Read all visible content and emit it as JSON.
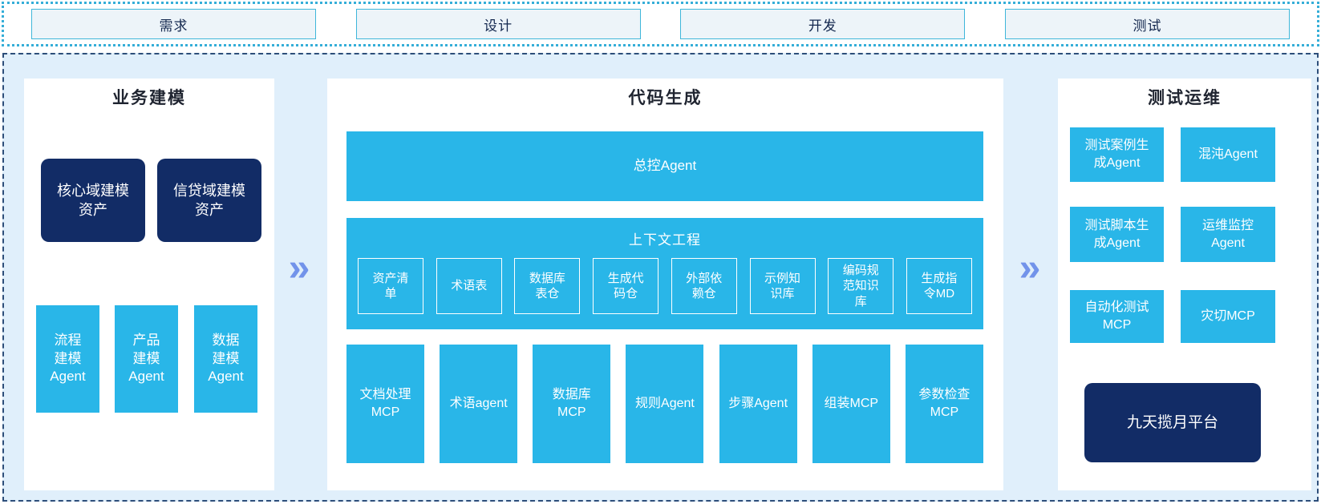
{
  "phases": [
    "需求",
    "设计",
    "开发",
    "测试"
  ],
  "icons": {
    "flow_arrow": "»"
  },
  "colors": {
    "accent_cyan": "#29b6e8",
    "navy": "#122c66",
    "container_bg": "#e0effb",
    "dashed_border": "#2d4e7a",
    "dotted_border": "#35aed8",
    "arrow_blue": "#7293ea"
  },
  "panels": {
    "business_modeling": {
      "title": "业务建模",
      "asset_boxes": [
        "核心域建模\n资产",
        "信贷域建模\n资产"
      ],
      "agent_boxes": [
        "流程\n建模\nAgent",
        "产品\n建模\nAgent",
        "数据\n建模\nAgent"
      ]
    },
    "code_generation": {
      "title": "代码生成",
      "master_agent": "总控Agent",
      "context_engineering": {
        "title": "上下文工程",
        "items": [
          "资产清\n单",
          "术语表",
          "数据库\n表仓",
          "生成代\n码仓",
          "外部依\n赖仓",
          "示例知\n识库",
          "编码规\n范知识\n库",
          "生成指\n令MD"
        ]
      },
      "tool_boxes": [
        "文档处理\nMCP",
        "术语agent",
        "数据库\nMCP",
        "规则Agent",
        "步骤Agent",
        "组装MCP",
        "参数检查\nMCP"
      ]
    },
    "test_ops": {
      "title": "测试运维",
      "agent_boxes": [
        "测试案例生\n成Agent",
        "混沌Agent",
        "测试脚本生\n成Agent",
        "运维监控\nAgent",
        "自动化测试\nMCP",
        "灾切MCP"
      ],
      "platform": "九天揽月平台"
    }
  }
}
